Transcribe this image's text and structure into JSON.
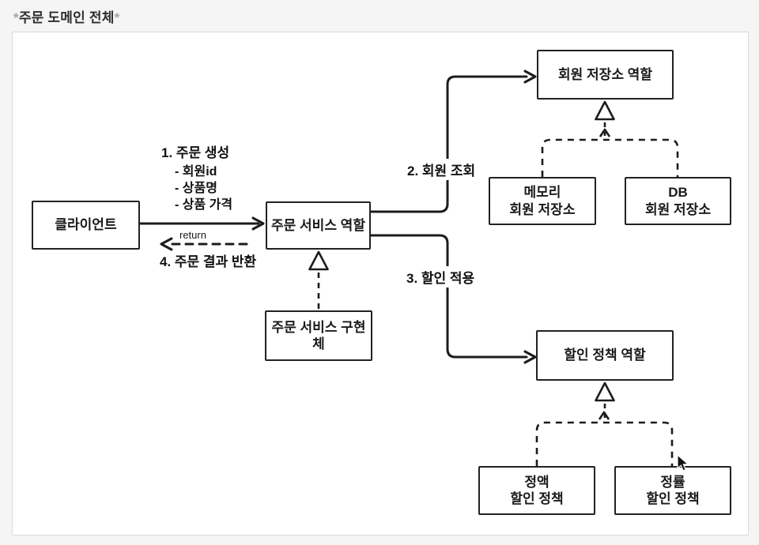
{
  "page": {
    "title_asterisk_left": "*",
    "title": "주문 도메인 전체",
    "title_asterisk_right": "*"
  },
  "colors": {
    "page_background": "#f5f5f6",
    "canvas_background": "#ffffff",
    "canvas_border": "#dadadd",
    "node_border": "#222222",
    "line": "#1c1c1c",
    "text": "#1a1a1a",
    "title_asterisk": "#a0a4a8"
  },
  "diagram": {
    "nodes": {
      "client": {
        "label": "클라이언트"
      },
      "order_service_role": {
        "label": "주문 서비스 역할"
      },
      "member_repository_role": {
        "label": "회원 저장소 역할"
      },
      "memory_member_repository": {
        "label": "메모리\n회원 저장소"
      },
      "db_member_repository": {
        "label": "DB\n회원 저장소"
      },
      "order_service_impl": {
        "label": "주문 서비스 구현체"
      },
      "discount_policy_role": {
        "label": "할인 정책 역할"
      },
      "fixed_discount_policy": {
        "label": "정액\n할인 정책"
      },
      "rate_discount_policy": {
        "label": "정률\n할인 정책"
      }
    },
    "edge_labels": {
      "create_order": {
        "title": "1. 주문 생성",
        "items": [
          "- 회원id",
          "- 상품명",
          "- 상품 가격"
        ]
      },
      "member_lookup": "2. 회원 조회",
      "discount_apply": "3. 할인 적용",
      "return_label": "return",
      "order_result": "4. 주문 결과 반환"
    },
    "icons": {
      "cursor_icon": "mouse-pointer"
    }
  }
}
